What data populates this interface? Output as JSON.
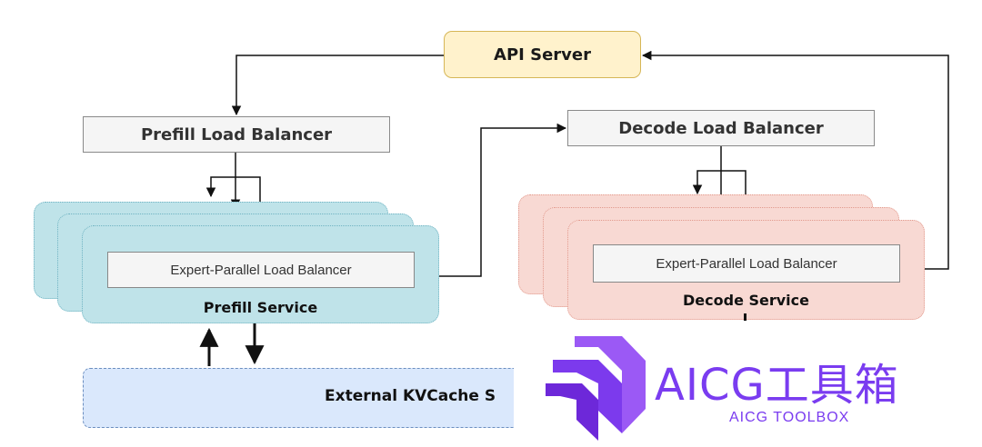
{
  "api_server": {
    "label": "API Server"
  },
  "prefill_load_balancer": {
    "label": "Prefill Load Balancer"
  },
  "decode_load_balancer": {
    "label": "Decode Load Balancer"
  },
  "prefill_service": {
    "label": "Prefill Service",
    "inner_label": "Expert-Parallel Load Balancer"
  },
  "decode_service": {
    "label": "Decode Service",
    "inner_label": "Expert-Parallel Load Balancer"
  },
  "external_kvcache": {
    "label": "External KVCache S"
  },
  "watermark": {
    "title": "AICG工具箱",
    "subtitle": "AICG TOOLBOX",
    "color": "#7a3cf0"
  },
  "colors": {
    "api_fill": "#fff2cc",
    "prefill_fill": "#bfe3e9",
    "decode_fill": "#f8d9d3",
    "kvcache_fill": "#dae8fc",
    "balancer_fill": "#f5f5f5"
  }
}
